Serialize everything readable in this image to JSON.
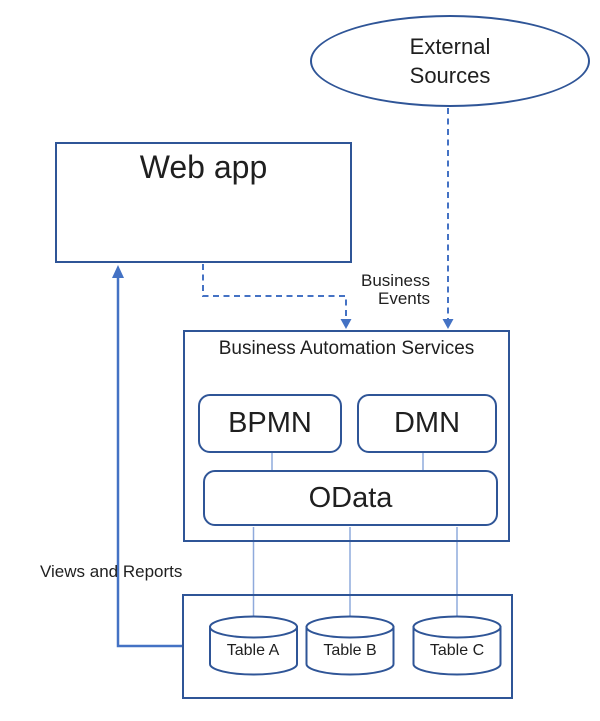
{
  "colors": {
    "border": "#2F5597",
    "arrow": "#4472C4",
    "connector": "#8FAADC",
    "text": "#1F1F1F"
  },
  "nodes": {
    "external_sources": {
      "label": "External Sources"
    },
    "web_app": {
      "label": "Web app"
    },
    "business_automation": {
      "title": "Business Automation Services",
      "bpmn": "BPMN",
      "dmn": "DMN",
      "odata": "OData"
    },
    "data_store": {
      "tables": [
        "Table A",
        "Table B",
        "Table C"
      ]
    }
  },
  "edges": {
    "business_events": "Business Events",
    "views_and_reports": "Views and Reports"
  }
}
